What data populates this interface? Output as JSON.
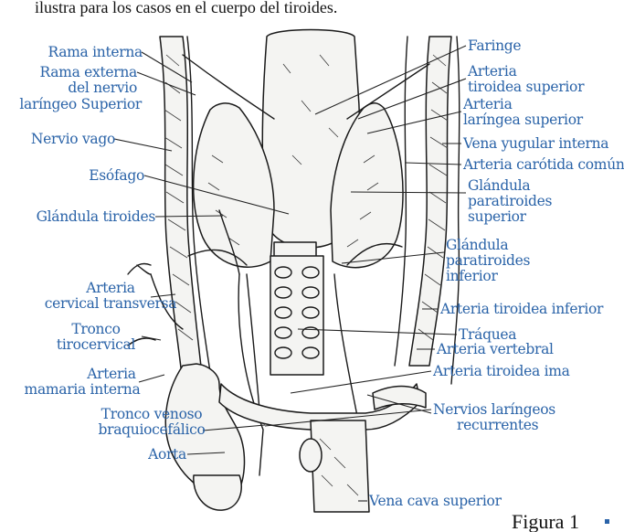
{
  "top_line": "ilustra para los casos en el cuerpo del tiroides.",
  "labels": {
    "rama_interna": "Rama interna",
    "rama_externa_1": "Rama externa",
    "rama_externa_2": "del nervio",
    "rama_externa_3": "laríngeo Superior",
    "nervio_vago": "Nervio vago",
    "esofago": "Esófago",
    "glandula_tiroides": "Glándula tiroides",
    "arteria_cervical_1": "Arteria",
    "arteria_cervical_2": "cervical transversa",
    "tronco_1": "Tronco",
    "tronco_2": "tirocervical",
    "mamaria_1": "Arteria",
    "mamaria_2": "mamaria interna",
    "venoso_1": "Tronco venoso",
    "venoso_2": "braquiocefálico",
    "aorta": "Aorta",
    "faringe": "Faringe",
    "tiroidea_sup_1": "Arteria",
    "tiroidea_sup_2": "tiroidea superior",
    "laringea_sup_1": "Arteria",
    "laringea_sup_2": "laríngea superior",
    "yugular": "Vena yugular interna",
    "carotida": "Arteria carótida común",
    "paratiroides_sup_1": "Glándula",
    "paratiroides_sup_2": "paratiroides",
    "paratiroides_sup_3": "superior",
    "paratiroides_inf_1": "Glándula",
    "paratiroides_inf_2": "paratiroides",
    "paratiroides_inf_3": "inferior",
    "tiroidea_inf": "Arteria tiroidea inferior",
    "traquea": "Tráquea",
    "vertebral": "Arteria vertebral",
    "tiroidea_ima": "Arteria tiroidea ima",
    "laringeos_1": "Nervios laríngeos",
    "laringeos_2": "recurrentes",
    "cava": "Vena cava superior"
  },
  "caption": "Figura 1",
  "colors": {
    "label_blue": "#2a63a8",
    "ink": "#1a1a1a",
    "accent": "#2a63a8"
  }
}
